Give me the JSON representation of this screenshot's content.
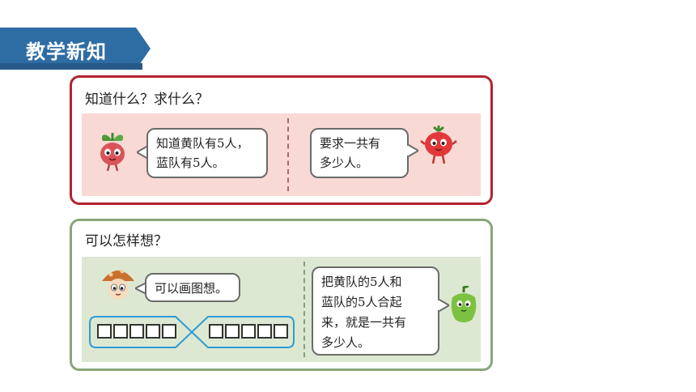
{
  "banner": {
    "title": "教学新知",
    "color": "#2e6da4"
  },
  "card1": {
    "question": "知道什么？求什么？",
    "left_bubble": [
      "知道黄队有5人，",
      "蓝队有5人。"
    ],
    "right_bubble": [
      "要求一共有",
      "多少人。"
    ],
    "border_color": "#b2232f"
  },
  "card2": {
    "question": "可以怎样想？",
    "left_bubble": "可以画图想。",
    "right_bubble": [
      "把黄队的5人和",
      "蓝队的5人合起",
      "来，就是一共有",
      "多少人。"
    ],
    "border_color": "#8aa57a"
  }
}
